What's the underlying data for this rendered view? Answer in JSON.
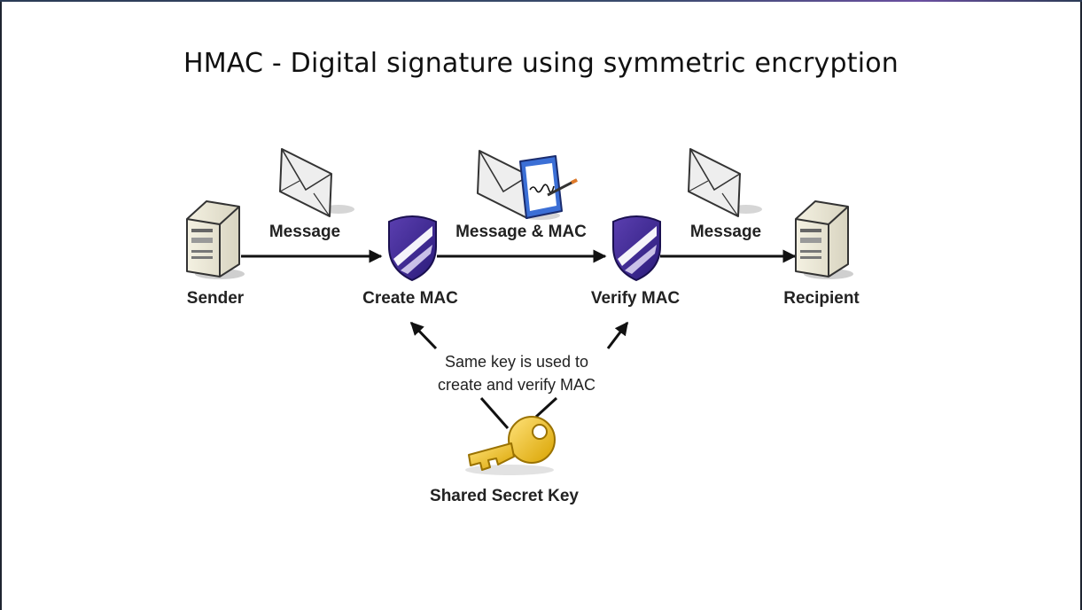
{
  "title": "HMAC - Digital signature using symmetric encryption",
  "nodes": {
    "sender": "Sender",
    "create_mac": "Create MAC",
    "verify_mac": "Verify MAC",
    "recipient": "Recipient"
  },
  "edges": {
    "sender_to_create": "Message",
    "create_to_verify": "Message & MAC",
    "verify_to_recipient": "Message"
  },
  "note": {
    "line1": "Same key is used to",
    "line2": "create and verify MAC"
  },
  "key_label": "Shared Secret Key"
}
